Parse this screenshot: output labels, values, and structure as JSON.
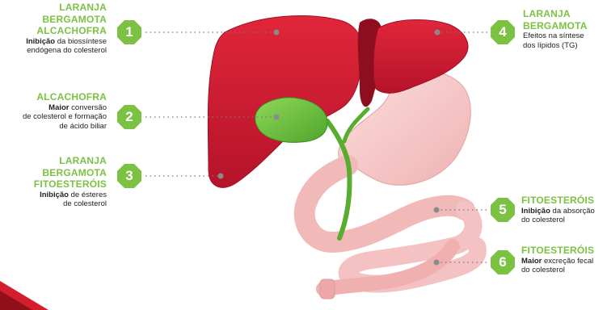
{
  "colors": {
    "accent_green": "#7cc242",
    "liver_red": "#d01f35",
    "gallbladder_green": "#6cc23a",
    "intestine_pink": "#f6c4c4",
    "corner_red": "#d41e2e"
  },
  "callouts": [
    {
      "number": "1",
      "head_lines": [
        "LARANJA",
        "BERGAMOTA",
        "ALCACHOFRA"
      ],
      "bold": "Inibição",
      "body_lines": [
        " da biossíntese",
        "endógena do colesterol"
      ]
    },
    {
      "number": "2",
      "head_lines": [
        "ALCACHOFRA"
      ],
      "bold": "Maior",
      "body_lines": [
        " conversão",
        "de colesterol e formação",
        "de ácido biliar"
      ]
    },
    {
      "number": "3",
      "head_lines": [
        "LARANJA",
        "BERGAMOTA",
        "FITOESTERÓIS"
      ],
      "bold": "Inibição",
      "body_lines": [
        " de ésteres",
        "de colesterol"
      ]
    },
    {
      "number": "4",
      "head_lines": [
        "LARANJA",
        "BERGAMOTA"
      ],
      "bold": "",
      "body_lines": [
        "Efeitos na síntese",
        "dos lípidos (TG)"
      ]
    },
    {
      "number": "5",
      "head_lines": [
        "FITOESTERÓIS"
      ],
      "bold": "Inibição",
      "body_lines": [
        " da absorção",
        "do colesterol"
      ]
    },
    {
      "number": "6",
      "head_lines": [
        "FITOESTERÓIS"
      ],
      "bold": "Maior",
      "body_lines": [
        " excreção fecal",
        "do colesterol"
      ]
    }
  ]
}
